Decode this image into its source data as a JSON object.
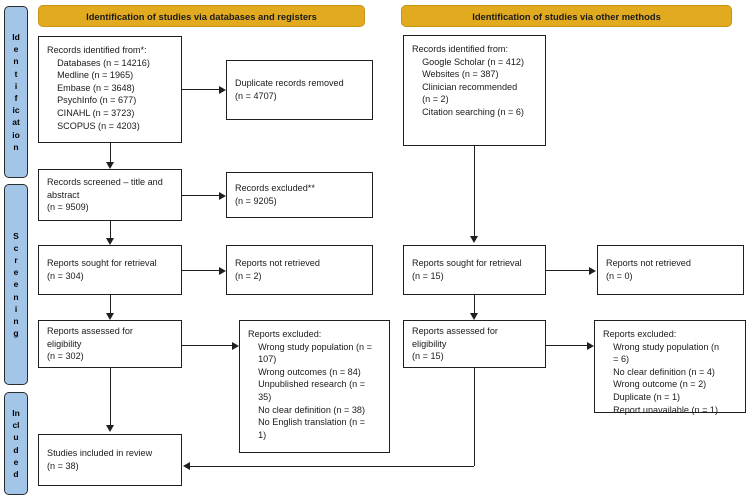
{
  "colors": {
    "phase_fill": "#a3c6e8",
    "header_fill": "#e2aa1e",
    "stroke": "#1f1f1f",
    "background": "#ffffff"
  },
  "phases": [
    {
      "id": "identification",
      "label": "Identification",
      "letters": [
        "Id",
        "e",
        "n",
        "t",
        "i",
        "f",
        "ic",
        "at",
        "io",
        "n"
      ]
    },
    {
      "id": "screening",
      "label": "Screening",
      "letters": [
        "S",
        "c",
        "r",
        "e",
        "e",
        "n",
        "i",
        "n",
        "g"
      ]
    },
    {
      "id": "included",
      "label": "Included",
      "letters": [
        "In",
        "cl",
        "u",
        "d",
        "e",
        "d"
      ]
    }
  ],
  "headers": {
    "databases": "Identification of studies via databases and registers",
    "other": "Identification of studies via other methods"
  },
  "boxes": {
    "records_identified_db": "Records identified from*:\n    Databases (n = 14216)\n    Medline (n = 1965)\n    Embase (n = 3648)\n    PsychInfo (n = 677)\n    CINAHL (n = 3723)\n    SCOPUS (n = 4203)",
    "duplicates_removed": "Duplicate records removed\n(n = 4707)",
    "records_screened": "Records screened – title and\nabstract\n(n = 9509)",
    "records_excluded": "Records excluded**\n(n = 9205)",
    "reports_sought_db": "Reports sought for retrieval\n(n = 304)",
    "reports_not_retrieved_db": "Reports not retrieved\n(n = 2)",
    "reports_assessed_db": "Reports assessed for\neligibility\n(n = 302)",
    "reports_excluded_db": "Reports excluded:\n    Wrong study population (n =\n    107)\n    Wrong outcomes (n = 84)\n    Unpublished research (n =\n    35)\n    No clear definition (n = 38)\n    No English translation (n =\n    1)",
    "studies_included": "Studies included in review\n(n = 38)",
    "records_identified_other": "Records identified from:\n    Google Scholar (n = 412)\n    Websites (n = 387)\n    Clinician recommended\n    (n = 2)\n    Citation searching (n = 6)",
    "reports_sought_other": "Reports sought for retrieval\n(n = 15)",
    "reports_not_retrieved_other": "Reports not retrieved\n(n = 0)",
    "reports_assessed_other": "Reports assessed for\neligibility\n(n = 15)",
    "reports_excluded_other": "Reports excluded:\n    Wrong study population (n\n    = 6)\n    No clear definition (n = 4)\n    Wrong outcome (n = 2)\n    Duplicate (n = 1)\n    Report unavailable (n = 1)"
  },
  "chart_data": {
    "type": "diagram",
    "title": "PRISMA 2020 flow diagram",
    "branches": [
      {
        "name": "databases and registers",
        "steps": [
          {
            "label": "Records identified",
            "sources": [
              {
                "name": "Databases",
                "n": 14216
              },
              {
                "name": "Medline",
                "n": 1965
              },
              {
                "name": "Embase",
                "n": 3648
              },
              {
                "name": "PsychInfo",
                "n": 677
              },
              {
                "name": "CINAHL",
                "n": 3723
              },
              {
                "name": "SCOPUS",
                "n": 4203
              }
            ]
          },
          {
            "label": "Duplicate records removed",
            "n": 4707
          },
          {
            "label": "Records screened – title and abstract",
            "n": 9509
          },
          {
            "label": "Records excluded**",
            "n": 9205
          },
          {
            "label": "Reports sought for retrieval",
            "n": 304
          },
          {
            "label": "Reports not retrieved",
            "n": 2
          },
          {
            "label": "Reports assessed for eligibility",
            "n": 302
          },
          {
            "label": "Reports excluded",
            "reasons": [
              {
                "name": "Wrong study population",
                "n": 107
              },
              {
                "name": "Wrong outcomes",
                "n": 84
              },
              {
                "name": "Unpublished research",
                "n": 35
              },
              {
                "name": "No clear definition",
                "n": 38
              },
              {
                "name": "No English translation",
                "n": 1
              }
            ]
          }
        ]
      },
      {
        "name": "other methods",
        "steps": [
          {
            "label": "Records identified",
            "sources": [
              {
                "name": "Google Scholar",
                "n": 412
              },
              {
                "name": "Websites",
                "n": 387
              },
              {
                "name": "Clinician recommended",
                "n": 2
              },
              {
                "name": "Citation searching",
                "n": 6
              }
            ]
          },
          {
            "label": "Reports sought for retrieval",
            "n": 15
          },
          {
            "label": "Reports not retrieved",
            "n": 0
          },
          {
            "label": "Reports assessed for eligibility",
            "n": 15
          },
          {
            "label": "Reports excluded",
            "reasons": [
              {
                "name": "Wrong study population",
                "n": 6
              },
              {
                "name": "No clear definition",
                "n": 4
              },
              {
                "name": "Wrong outcome",
                "n": 2
              },
              {
                "name": "Duplicate",
                "n": 1
              },
              {
                "name": "Report unavailable",
                "n": 1
              }
            ]
          }
        ]
      }
    ],
    "outcome": {
      "label": "Studies included in review",
      "n": 38
    }
  }
}
